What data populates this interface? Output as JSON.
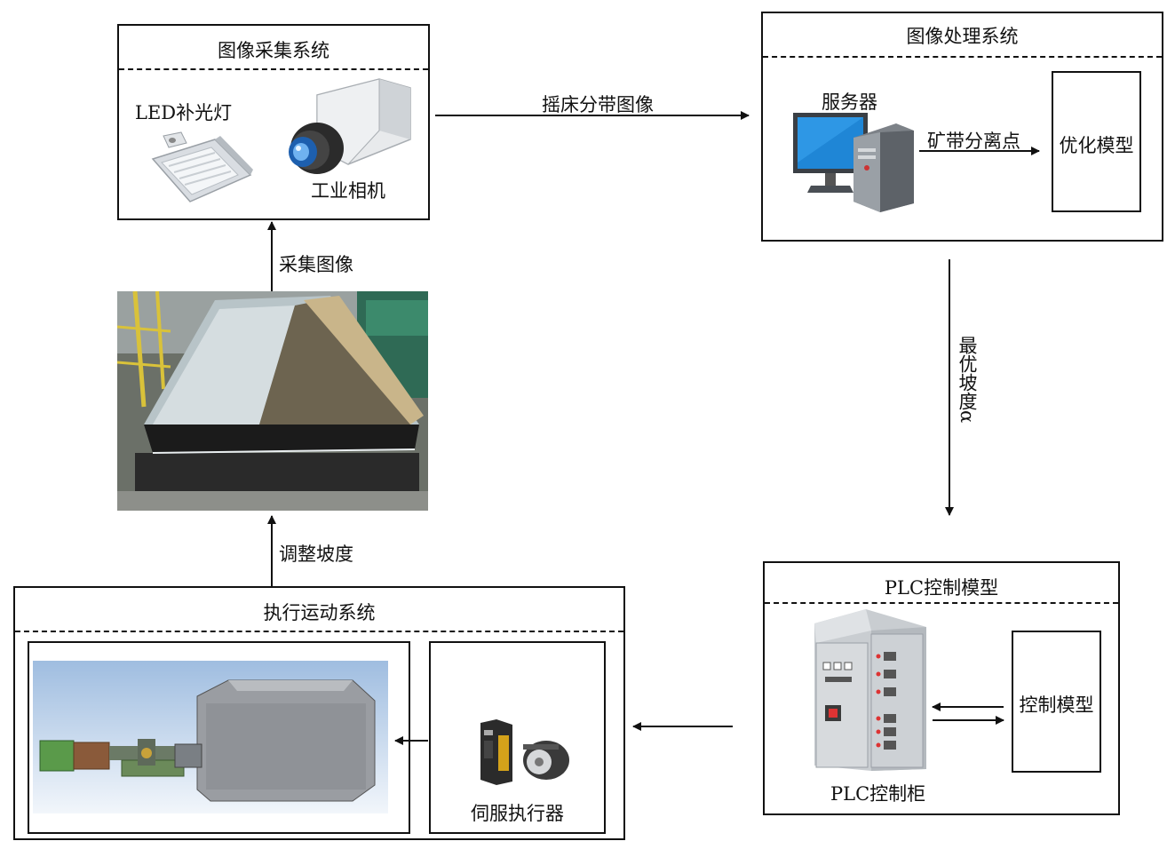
{
  "acquisition": {
    "title": "图像采集系统",
    "led_label": "LED补光灯",
    "camera_label": "工业相机"
  },
  "processing": {
    "title": "图像处理系统",
    "server_label": "服务器",
    "arrow_label": "矿带分离点",
    "model_label": "优化模型"
  },
  "plc": {
    "title": "PLC控制模型",
    "cabinet_label": "PLC控制柜",
    "model_label": "控制模型"
  },
  "execution": {
    "title": "执行运动系统",
    "servo_label": "伺服执行器"
  },
  "arrows": {
    "shaker_image": "摇床分带图像",
    "collect_image": "采集图像",
    "adjust_slope": "调整坡度",
    "optimal_slope": "最优坡度α"
  }
}
